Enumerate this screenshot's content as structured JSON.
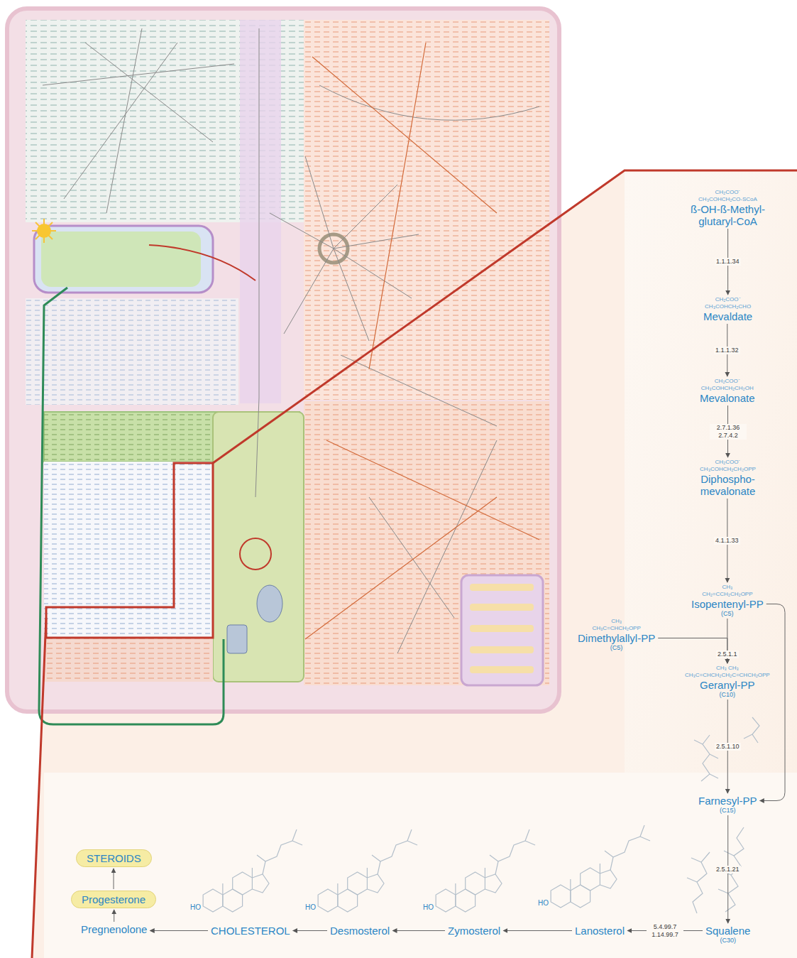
{
  "diagram": {
    "nodes": [
      {
        "text": [
          "CH₂COO⁻",
          "CH₃COHCH₂CO-SCoA",
          "ß-OH-ß-Methyl- glutaryl-CoA"
        ]
      },
      {
        "text": [
          "CH₂COO⁻",
          "CH₃COHCH₂CHO",
          "Mevaldate"
        ]
      },
      {
        "text": [
          "CH₂COO⁻",
          "CH₃COHCH₂CH₂OH",
          "Mevalonate"
        ]
      },
      {
        "text": [
          "CH₂COO⁻",
          "CH₃COHCH₂CH₂OPP",
          "Diphospho- mevalonate"
        ]
      },
      {
        "text": [
          "CH₃",
          "CH₂=CCH₂CH₂OPP",
          "Isopentenyl-PP",
          "(C5)"
        ]
      },
      {
        "text": [
          "CH₃",
          "CH₃C=CHCH₂OPP",
          "Dimethylallyl-PP",
          "(C5)"
        ]
      },
      {
        "text": [
          "CH₃ CH₃",
          "CH₃C=CHCH₂CH₂C=CHCH₂OPP",
          "Geranyl-PP",
          "(C10)"
        ]
      },
      {
        "text": [
          "Farnesyl-PP",
          "(C15)"
        ]
      },
      {
        "text": [
          "Squalene",
          "(C30)"
        ]
      },
      {
        "text": [
          "Lanosterol"
        ]
      },
      {
        "text": [
          "Zymosterol"
        ]
      },
      {
        "text": [
          "Desmosterol"
        ]
      },
      {
        "text": [
          "CHOLESTEROL"
        ]
      },
      {
        "text": [
          "Pregnenolone"
        ]
      },
      {
        "text": [
          "Progesterone"
        ]
      },
      {
        "text": [
          "STEROIDS"
        ]
      }
    ],
    "edges": [
      {
        "from": 0,
        "to": 1,
        "arrow": "to",
        "label": "1.1.1.34"
      },
      {
        "from": 1,
        "to": 2,
        "arrow": "to",
        "label": "1.1.1.32"
      },
      {
        "from": 2,
        "to": 3,
        "arrow": "to",
        "label": "2.7.1.36 2.7.4.2"
      },
      {
        "from": 3,
        "to": 4,
        "arrow": "to",
        "label": "4.1.1.33"
      },
      {
        "from": 4,
        "to": 6,
        "arrow": "to",
        "label": "2.5.1.1"
      },
      {
        "from": 5,
        "to": 6,
        "arrow": "to"
      },
      {
        "from": 4,
        "to": 7,
        "arrow": "to"
      },
      {
        "from": 6,
        "to": 7,
        "arrow": "to",
        "label": "2.5.1.10"
      },
      {
        "from": 7,
        "to": 8,
        "arrow": "to",
        "label": "2.5.1.21"
      },
      {
        "from": 8,
        "to": 9,
        "arrow": "to",
        "label": "5.4.99.7 1.14.99.7"
      },
      {
        "from": 9,
        "to": 10,
        "arrow": "to"
      },
      {
        "from": 10,
        "to": 11,
        "arrow": "to"
      },
      {
        "from": 11,
        "to": 12,
        "arrow": "to"
      },
      {
        "from": 12,
        "to": 13,
        "arrow": "to"
      },
      {
        "from": 13,
        "to": 14,
        "arrow": "to"
      },
      {
        "from": 14,
        "to": 15,
        "arrow": "to"
      }
    ],
    "labels": [
      "HO",
      "HO",
      "HO",
      "HO"
    ]
  }
}
